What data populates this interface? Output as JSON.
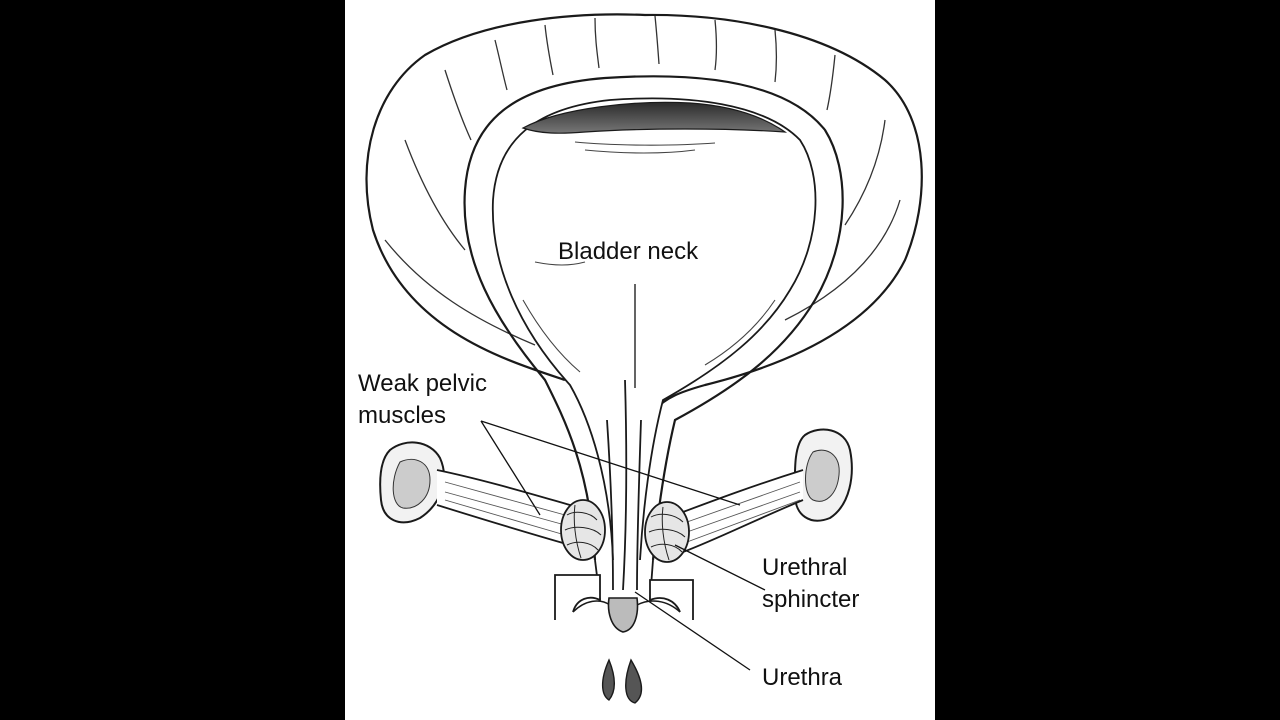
{
  "colors": {
    "background": "#000000",
    "panel": "#ffffff",
    "ink": "#1a1a1a",
    "shade": "#555555"
  },
  "labels": {
    "bladder_neck": "Bladder neck",
    "weak_pelvic_line1": "Weak pelvic",
    "weak_pelvic_line2": "muscles",
    "urethral_line1": "Urethral",
    "urethral_line2": "sphincter",
    "urethra": "Urethra"
  }
}
